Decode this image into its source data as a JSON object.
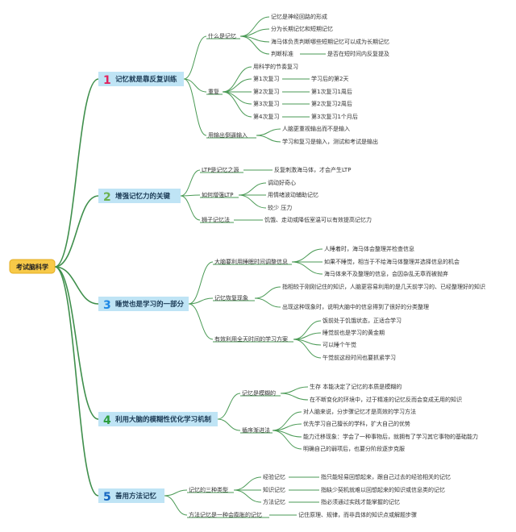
{
  "root": "考试脑科学",
  "colors": {
    "root_fill": "#f7c948",
    "main_box": "#bfe4f5",
    "num1": "#e0245e",
    "num2": "#6ab04c",
    "num3": "#1e88e5",
    "num4": "#2e9e3e",
    "num5": "#1565c0",
    "branch": "#4a9a55"
  },
  "branches": [
    {
      "num": "1",
      "title": "记忆就是靠反复训练",
      "children": [
        {
          "label": "什么是记忆",
          "children": [
            {
              "label": "记忆是神经回路的形成"
            },
            {
              "label": "分为长期记忆和短期记忆"
            },
            {
              "label": "海马体负责判断哪些短期记忆可以成为长期记忆"
            },
            {
              "label": "判断标准",
              "children": [
                {
                  "label": "是否在短时间内反复提及"
                }
              ]
            }
          ]
        },
        {
          "label": "重复",
          "children": [
            {
              "label": "用科学的节奏复习"
            },
            {
              "label": "第1次复习",
              "children": [
                {
                  "label": "学习后的第2天"
                }
              ]
            },
            {
              "label": "第2次复习",
              "children": [
                {
                  "label": "第1次复习1周后"
                }
              ]
            },
            {
              "label": "第3次复习",
              "children": [
                {
                  "label": "第2次复习2周后"
                }
              ]
            },
            {
              "label": "第4次复习",
              "children": [
                {
                  "label": "第3次复习1个月后"
                }
              ]
            }
          ]
        },
        {
          "label": "用输出倒逼输入",
          "children": [
            {
              "label": "人脑更重视输出而不是输入"
            },
            {
              "label": "学习和复习是输入，测试和考试是输出"
            }
          ]
        }
      ]
    },
    {
      "num": "2",
      "title": "增强记忆力的关键",
      "children": [
        {
          "label": "LTP是记忆之源",
          "children": [
            {
              "label": "反复刺激海马体，才会产生LTP"
            }
          ]
        },
        {
          "label": "如何增强LTP",
          "children": [
            {
              "label": "调动好奇心"
            },
            {
              "label": "用情绪波动辅助记忆"
            },
            {
              "label": "较少 压力"
            }
          ]
        },
        {
          "label": "狮子记忆法",
          "children": [
            {
              "label": "饥饿、走动或降低室温可以有效提高记忆力"
            }
          ]
        }
      ]
    },
    {
      "num": "3",
      "title": "睡觉也是学习的一部分",
      "children": [
        {
          "label": "大脑要利用睡眠时间调整信息",
          "children": [
            {
              "label": "人睡着时，海马体会整理并检查信息"
            },
            {
              "label": "如果不睡觉，相当于不给海马体整理并选择信息的机会"
            },
            {
              "label": "海马体来不及整理的信息，会因杂乱无章而被抛弃"
            }
          ]
        },
        {
          "label": "记忆恢复现象",
          "children": [
            {
              "label": "指相较于刚刚记住的知识，人脑更容易利用的是几天前学习的、已经整理好的知识"
            },
            {
              "label": "出现这种现象时，说明大脑中的信息得到了很好的分类整理"
            }
          ]
        },
        {
          "label": "有效利用全天时间的学习方案",
          "children": [
            {
              "label": "饭前处于饥饿状态，正适合学习"
            },
            {
              "label": "睡觉前也是学习的黄金期"
            },
            {
              "label": "可以睡个午觉"
            },
            {
              "label": "午觉前这段时间也要抓紧学习"
            }
          ]
        }
      ]
    },
    {
      "num": "4",
      "title": "利用大脑的模糊性优化学习机制",
      "children": [
        {
          "label": "记忆是模糊的",
          "children": [
            {
              "label": "生存 本能决定了记忆的本质是模糊的"
            },
            {
              "label": "在不断变化的环境中，过于精准的记忆反而会变成无用的知识"
            }
          ]
        },
        {
          "label": "循序渐进法",
          "children": [
            {
              "label": "对人脑来说，分步骤记忆才是高效的学习方法"
            },
            {
              "label": "优先学习自己擅长的学科，扩大自己的优势"
            },
            {
              "label": "能力迁移现象：学会了一种事物后，就拥有了学习其它事物的基础能力"
            },
            {
              "label": "明确自己的弱项后，也要分阶段逐步克服"
            }
          ]
        }
      ]
    },
    {
      "num": "5",
      "title": "善用方法记忆",
      "children": [
        {
          "label": "记忆的三种类型",
          "children": [
            {
              "label": "经验记忆",
              "children": [
                {
                  "label": "指只能轻易回想起来，跟自己过去的经验相关的记忆"
                }
              ]
            },
            {
              "label": "知识记忆",
              "children": [
                {
                  "label": "指缺少契机就难以回想起来的知识或信息类的记忆"
                }
              ]
            },
            {
              "label": "方法记忆",
              "children": [
                {
                  "label": "指必须通过实践才能掌握的记忆"
                }
              ]
            }
          ]
        },
        {
          "label": "方法记忆是一种会膨胀的记忆",
          "children": [
            {
              "label": "记住原理、规律，而非具体的知识点或解题步骤"
            }
          ]
        }
      ]
    }
  ]
}
